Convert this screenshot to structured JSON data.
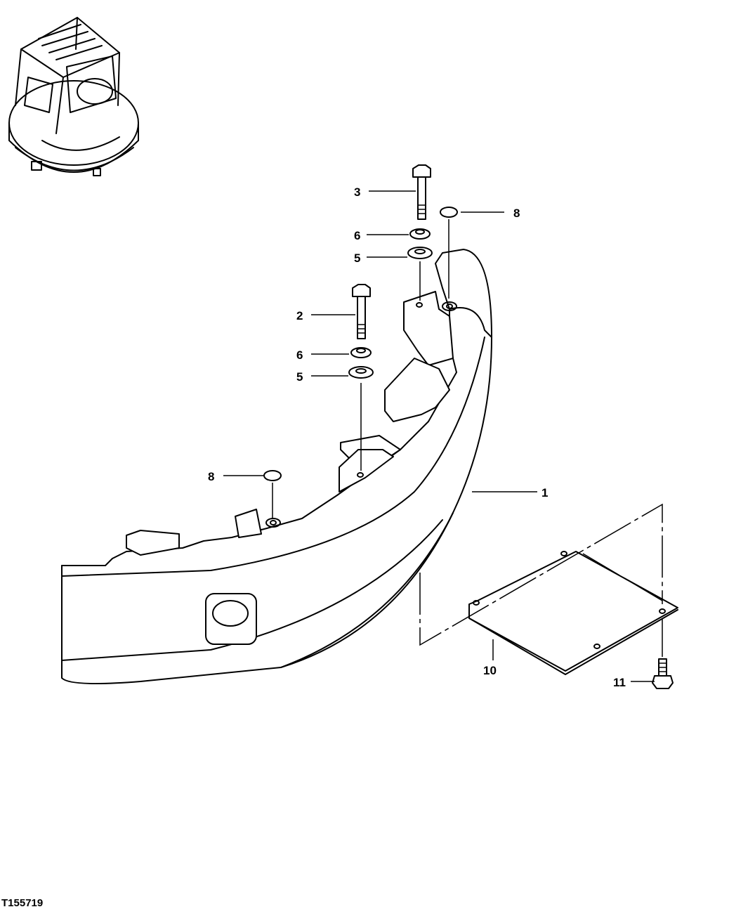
{
  "figure_id": "T155719",
  "callouts": [
    {
      "id": "bolt-upper",
      "label": "3"
    },
    {
      "id": "lock-washer-upper",
      "label": "6"
    },
    {
      "id": "flat-washer-upper",
      "label": "5"
    },
    {
      "id": "plug-upper",
      "label": "8"
    },
    {
      "id": "bolt-lower",
      "label": "2"
    },
    {
      "id": "lock-washer-lower",
      "label": "6"
    },
    {
      "id": "flat-washer-lower",
      "label": "5"
    },
    {
      "id": "plug-lower",
      "label": "8"
    },
    {
      "id": "counterweight",
      "label": "1"
    },
    {
      "id": "cover-plate",
      "label": "10"
    },
    {
      "id": "cap-screw",
      "label": "11"
    }
  ]
}
